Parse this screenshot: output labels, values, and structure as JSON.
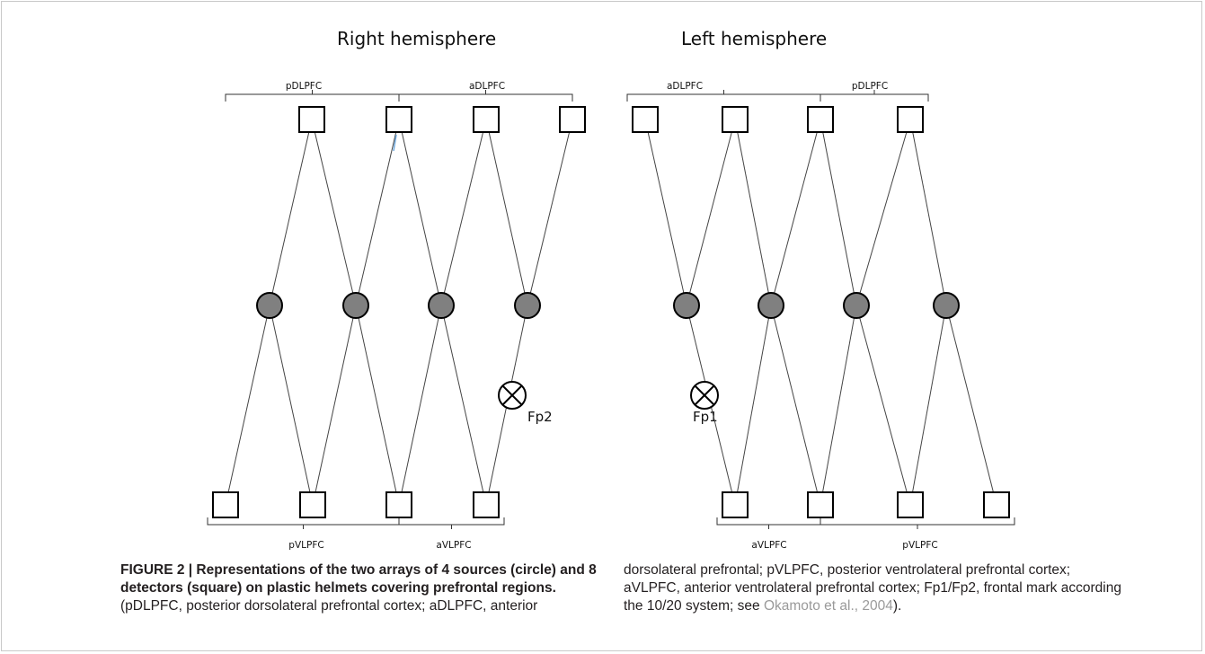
{
  "diagram": {
    "right_hemisphere": {
      "title": "Right hemisphere",
      "top_regions": [
        "pDLPFC",
        "aDLPFC"
      ],
      "bottom_regions": [
        "pVLPFC",
        "aVLPFC"
      ],
      "landmark": "Fp2"
    },
    "left_hemisphere": {
      "title": "Left hemisphere",
      "top_regions": [
        "aDLPFC",
        "pDLPFC"
      ],
      "bottom_regions": [
        "aVLPFC",
        "pVLPFC"
      ],
      "landmark": "Fp1"
    },
    "colors": {
      "source_fill": "#808080",
      "line": "#444444",
      "accent_tick": "#6fa8dc"
    }
  },
  "caption": {
    "figure_label": "FIGURE 2 | Representations of the two arrays of 4 sources (circle) and 8 detectors (square) on plastic helmets covering prefrontal regions.",
    "text_part1": "(pDLPFC, posterior dorsolateral prefrontal cortex; aDLPFC, anterior",
    "text_part2": "dorsolateral prefrontal; pVLPFC, posterior ventrolateral prefrontal cortex; aVLPFC, anterior ventrolateral prefrontal cortex; Fp1/Fp2, frontal mark according the 10/20 system; see ",
    "reference": "Okamoto et al., 2004",
    "text_end": ")."
  }
}
